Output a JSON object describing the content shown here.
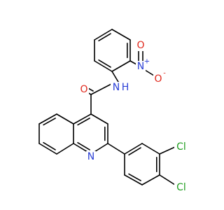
{
  "molecule": {
    "atom_colors": {
      "N": "#2a3fd6",
      "O": "#e0281c",
      "Cl": "#1f9e1f",
      "C": "#000000"
    },
    "labels": {
      "amide_o": "O",
      "amide_n": "N",
      "amide_h": "H",
      "nitro_n": "N",
      "nitro_n_charge": "+",
      "nitro_o_top": "O",
      "nitro_o_right": "O",
      "nitro_o_charge": "-",
      "quinoline_n": "N",
      "cl_upper": "Cl",
      "cl_lower": "Cl"
    }
  }
}
